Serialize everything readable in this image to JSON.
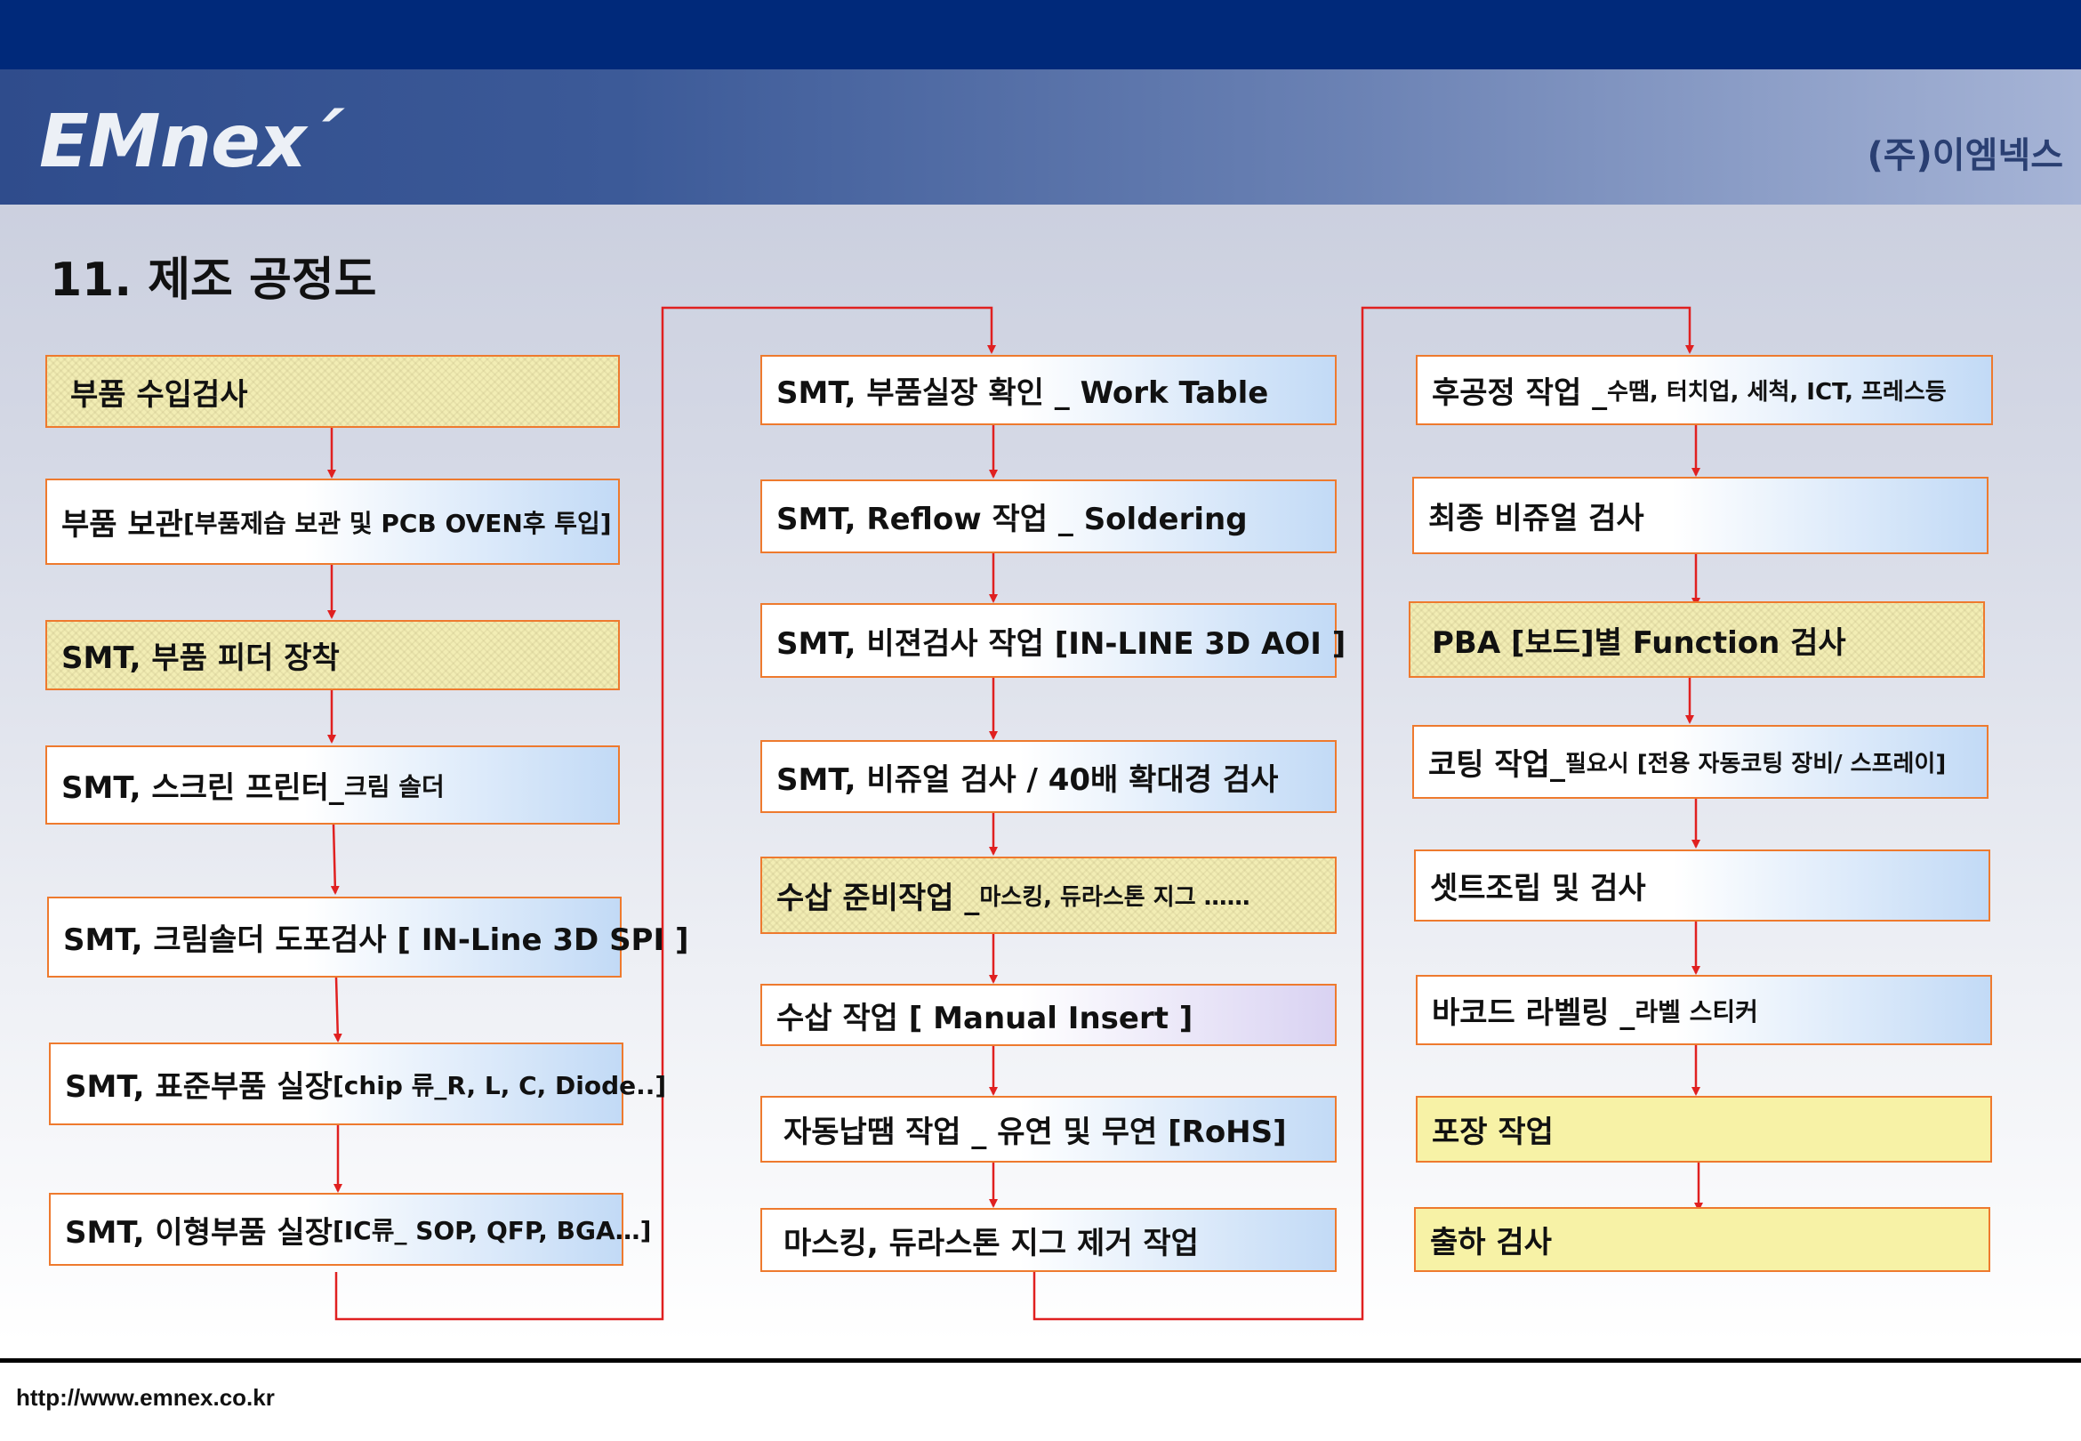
{
  "header": {
    "logo": "EMnex´",
    "company": "(주)이엠넥스"
  },
  "page": {
    "title": "11. 제조 공정도"
  },
  "column1": [
    {
      "main": "부품 수입검사",
      "sub": ""
    },
    {
      "main": "부품 보관 ",
      "sub": "[부품제습 보관 및 PCB OVEN후 투입]"
    },
    {
      "main": "SMT, 부품 피더 장착",
      "sub": ""
    },
    {
      "main": "SMT,  스크린 프린터_",
      "sub": "크림 솔더"
    },
    {
      "main": "SMT, 크림솔더 도포검사 [ IN-Line 3D SPI ]",
      "sub": ""
    },
    {
      "main": "SMT, 표준부품 실장 ",
      "sub": "[chip 류_R, L, C, Diode..]"
    },
    {
      "main": "SMT, 이형부품 실장 ",
      "sub": "[IC류_ SOP, QFP, BGA…]"
    }
  ],
  "column2": [
    {
      "main": "SMT,  부품실장 확인 _ Work Table",
      "sub": ""
    },
    {
      "main": "SMT,  Reflow 작업 _ Soldering",
      "sub": ""
    },
    {
      "main": "SMT,  비젼검사 작업  [IN-LINE 3D AOI ]",
      "sub": ""
    },
    {
      "main": "SMT,  비쥬얼 검사  / 40배 확대경 검사",
      "sub": ""
    },
    {
      "main": "수삽  준비작업 _ ",
      "sub": "마스킹, 듀라스톤 지그 ……"
    },
    {
      "main": "수삽 작업   [ Manual Insert ]",
      "sub": ""
    },
    {
      "main": "자동납땜 작업 _ 유연  및 무연 [RoHS]",
      "sub": ""
    },
    {
      "main": "마스킹, 듀라스톤 지그 제거 작업",
      "sub": ""
    }
  ],
  "column3": [
    {
      "main": "후공정 작업 _ ",
      "sub": "수땜,  터치업,  세척, ICT,  프레스등"
    },
    {
      "main": "최종 비쥬얼 검사",
      "sub": ""
    },
    {
      "main": "PBA [보드]별 Function 검사",
      "sub": ""
    },
    {
      "main": "코팅 작업_ ",
      "sub": "필요시 [전용 자동코팅 장비/ 스프레이]"
    },
    {
      "main": "셋트조립  및  검사",
      "sub": ""
    },
    {
      "main": "바코드 라벨링 _ ",
      "sub": "라벨 스티커"
    },
    {
      "main": "포장 작업",
      "sub": ""
    },
    {
      "main": "출하 검사",
      "sub": ""
    }
  ],
  "footer": {
    "url": "http://www.emnex.co.kr"
  },
  "colors": {
    "top_bar": "#00297a",
    "box_border": "#ee7a2e",
    "arrow": "#e02020",
    "highlight_yellow": "#f7f2a6"
  }
}
